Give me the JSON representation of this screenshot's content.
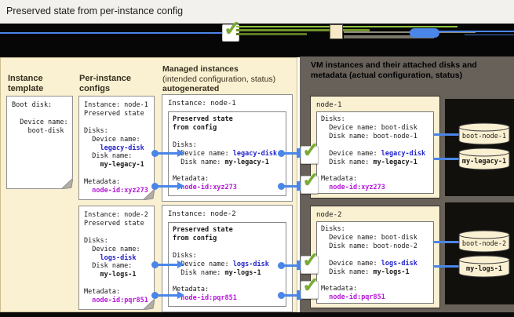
{
  "title_bar": {
    "title": "Preserved state from per-instance config"
  },
  "legend": {
    "items": [
      {
        "icon": "green-check-arrow-icon"
      },
      {
        "icon": "instance-template-box-icon"
      },
      {
        "icon": "blue-disk-reference-icon"
      }
    ]
  },
  "template_column": {
    "heading_line1": "Instance",
    "heading_line2": "template",
    "card": [
      [
        {
          "t": "Boot disk:"
        }
      ],
      [],
      [
        {
          "t": "  Device name:"
        }
      ],
      [
        {
          "t": "    boot-disk"
        }
      ]
    ]
  },
  "configs_column": {
    "heading_line1": "Per-instance",
    "heading_line2": "configs",
    "cards": [
      {
        "code": [
          [
            {
              "t": "Instance: node-1"
            }
          ],
          [
            {
              "t": "Preserved state"
            }
          ],
          [],
          [
            {
              "t": "Disks:"
            }
          ],
          [
            {
              "t": "  Device name:"
            }
          ],
          [
            {
              "t": "    "
            },
            {
              "t": "legacy-disk",
              "s": "blue"
            }
          ],
          [
            {
              "t": "  Disk name:"
            }
          ],
          [
            {
              "t": "    "
            },
            {
              "t": "my-legacy-1",
              "s": "b"
            }
          ],
          [],
          [
            {
              "t": "Metadata:"
            }
          ],
          [
            {
              "t": "  "
            },
            {
              "t": "node-id:xyz273",
              "s": "mag"
            }
          ]
        ]
      },
      {
        "code": [
          [
            {
              "t": "Instance: node-2"
            }
          ],
          [
            {
              "t": "Preserved state"
            }
          ],
          [],
          [
            {
              "t": "Disks:"
            }
          ],
          [
            {
              "t": "  Device name:"
            }
          ],
          [
            {
              "t": "    "
            },
            {
              "t": "logs-disk",
              "s": "blue"
            }
          ],
          [
            {
              "t": "  Disk name:"
            }
          ],
          [
            {
              "t": "    "
            },
            {
              "t": "my-logs-1",
              "s": "b"
            }
          ],
          [],
          [
            {
              "t": "Metadata:"
            }
          ],
          [
            {
              "t": "  "
            },
            {
              "t": "node-id:pqr851",
              "s": "mag"
            }
          ]
        ]
      }
    ]
  },
  "managed_column": {
    "heading_bold_1": "Managed instances",
    "heading_normal": "(intended configuration, status)",
    "heading_bold_2": "autogenerated",
    "instances": [
      {
        "title": "Instance: node-1",
        "code": [
          [
            {
              "t": "Preserved state",
              "s": "b"
            }
          ],
          [
            {
              "t": "from config",
              "s": "b"
            }
          ],
          [],
          [
            {
              "t": "Disks:"
            }
          ],
          [
            {
              "t": "  Device name: "
            },
            {
              "t": "legacy-disk",
              "s": "blue"
            }
          ],
          [
            {
              "t": "  Disk name: "
            },
            {
              "t": "my-legacy-1",
              "s": "b"
            }
          ],
          [],
          [
            {
              "t": "Metadata:"
            }
          ],
          [
            {
              "t": "  "
            },
            {
              "t": "node-id:xyz273",
              "s": "mag"
            }
          ]
        ]
      },
      {
        "title": "Instance: node-2",
        "code": [
          [
            {
              "t": "Preserved state",
              "s": "b"
            }
          ],
          [
            {
              "t": "from config",
              "s": "b"
            }
          ],
          [],
          [
            {
              "t": "Disks:"
            }
          ],
          [
            {
              "t": "  Device name: "
            },
            {
              "t": "logs-disk",
              "s": "blue"
            }
          ],
          [
            {
              "t": "  Disk name: "
            },
            {
              "t": "my-logs-1",
              "s": "b"
            }
          ],
          [],
          [
            {
              "t": "Metadata:"
            }
          ],
          [
            {
              "t": "  "
            },
            {
              "t": "node-id:pqr851",
              "s": "mag"
            }
          ]
        ]
      }
    ]
  },
  "vm_panel": {
    "heading_line1": "VM instances and their attached disks and",
    "heading_line2": "metadata (actual configuration, status)",
    "nodes": [
      {
        "title": "node-1",
        "code": [
          [
            {
              "t": "Disks:"
            }
          ],
          [
            {
              "t": "  Device name: boot-disk"
            }
          ],
          [
            {
              "t": "  Disk name: boot-node-1"
            }
          ],
          [],
          [
            {
              "t": "  Device name: "
            },
            {
              "t": "legacy-disk",
              "s": "blue"
            }
          ],
          [
            {
              "t": "  Disk name: "
            },
            {
              "t": "my-legacy-1",
              "s": "b"
            }
          ],
          [],
          [
            {
              "t": "Metadata:"
            }
          ],
          [
            {
              "t": "  "
            },
            {
              "t": "node-id:xyz273",
              "s": "mag"
            }
          ]
        ],
        "disks": [
          {
            "label": "boot-node-1",
            "bold": false
          },
          {
            "label": "my-legacy-1",
            "bold": true
          }
        ]
      },
      {
        "title": "node-2",
        "code": [
          [
            {
              "t": "Disks:"
            }
          ],
          [
            {
              "t": "  Device name: boot-disk"
            }
          ],
          [
            {
              "t": "  Disk name: boot-node-2"
            }
          ],
          [],
          [
            {
              "t": "  Device name: "
            },
            {
              "t": "logs-disk",
              "s": "blue"
            }
          ],
          [
            {
              "t": "  Disk name: "
            },
            {
              "t": "my-logs-1",
              "s": "b"
            }
          ],
          [],
          [
            {
              "t": "Metadata:"
            }
          ],
          [
            {
              "t": "  "
            },
            {
              "t": "node-id:pqr851",
              "s": "mag"
            }
          ]
        ],
        "disks": [
          {
            "label": "boot-node-2",
            "bold": false
          },
          {
            "label": "my-logs-1",
            "bold": true
          }
        ]
      }
    ]
  },
  "colors": {
    "accent_blue": "#4a86e8",
    "code_blue": "#2424cc",
    "code_magenta": "#b517d8",
    "check_green": "#79ab30",
    "panel_cream": "#faf0d2",
    "panel_gray": "#67615a"
  }
}
